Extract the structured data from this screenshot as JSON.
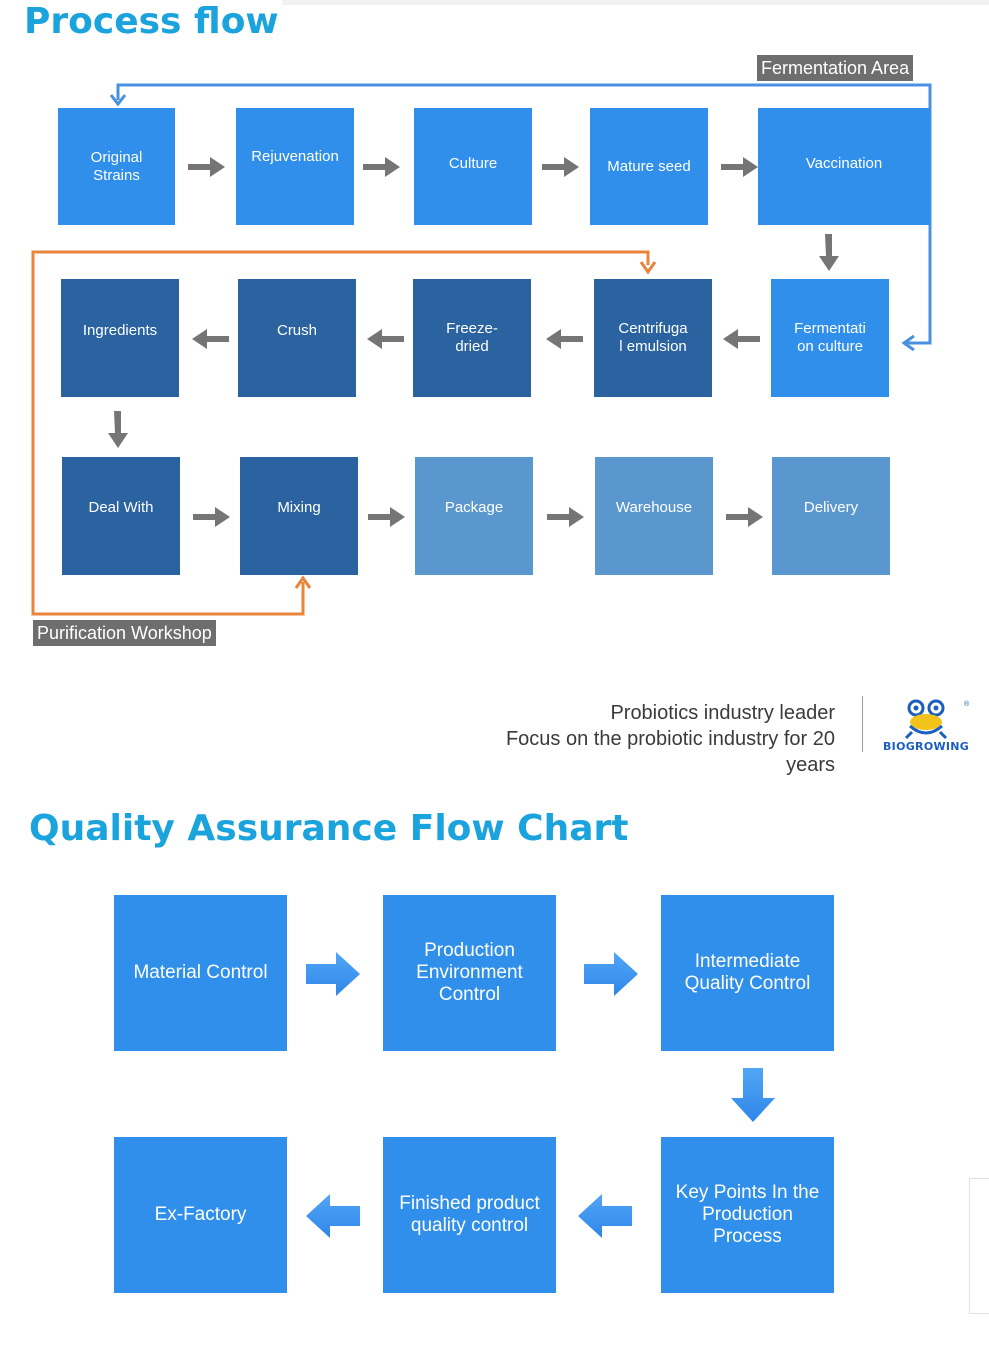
{
  "process_flow": {
    "title": "Process flow",
    "fermentation_area_label": "Fermentation Area",
    "purification_workshop_label": "Purification Workshop",
    "row1": [
      "Original Strains",
      "Rejuvenation",
      "Culture",
      "Mature seed",
      "Vaccination"
    ],
    "row2": [
      "Ingredients",
      "Crush",
      "Freeze-dried",
      "Centrifugal emulsion",
      "Fermentation culture"
    ],
    "row3": [
      "Deal With",
      "Mixing",
      "Package",
      "Warehouse",
      "Delivery"
    ]
  },
  "branding": {
    "slogan_line1": "Probiotics industry leader",
    "slogan_line2": "Focus on the probiotic industry for 20 years",
    "logo_text": "BIOGROWING",
    "registered_mark": "®"
  },
  "quality_flow": {
    "title": "Quality Assurance Flow Chart",
    "row1": [
      "Material Control",
      "Production Environment Control",
      "Intermediate Quality Control"
    ],
    "row2": [
      "Ex-Factory",
      "Finished product quality control",
      "Key Points In the Production Process"
    ]
  },
  "colors": {
    "title": "#1aa3dc",
    "box_light": "#2f8fea",
    "box_dark": "#2a63a0",
    "box_muted": "#5b97cf",
    "connector_blue": "#4a90e2",
    "connector_orange": "#e8853a",
    "arrow_gray": "#757575"
  }
}
